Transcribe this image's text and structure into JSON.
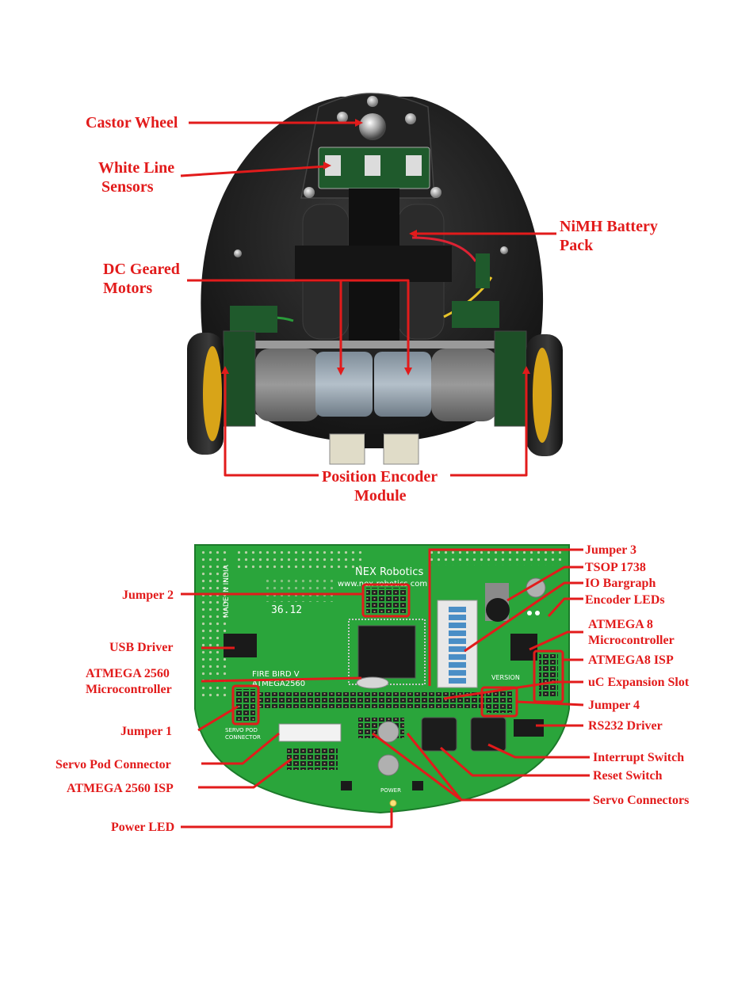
{
  "accent_color": "#e21b1b",
  "robot_labels": {
    "castor_wheel": "Castor Wheel",
    "white_line_line1": "White Line",
    "white_line_line2": "Sensors",
    "battery_line1": "NiMH Battery",
    "battery_line2": "Pack",
    "motors_line1": "DC Geared",
    "motors_line2": "Motors",
    "encoder_line1": "Position Encoder",
    "encoder_line2": "Module"
  },
  "board_labels": {
    "jumper3": "Jumper 3",
    "tsop": "TSOP 1738",
    "io_bargraph": "IO Bargraph",
    "encoder_leds": "Encoder LEDs",
    "atmega8_line1": "ATMEGA 8",
    "atmega8_line2": "Microcontroller",
    "atmega8_isp": "ATMEGA8 ISP",
    "uc_expansion": "uC Expansion Slot",
    "jumper4": "Jumper 4",
    "rs232": "RS232 Driver",
    "interrupt_switch": "Interrupt Switch",
    "reset_switch": "Reset Switch",
    "servo_connectors": "Servo Connectors",
    "jumper2": "Jumper 2",
    "usb_driver": "USB Driver",
    "atmega2560_line1": "ATMEGA 2560",
    "atmega2560_line2": "Microcontroller",
    "jumper1": "Jumper 1",
    "servo_pod": "Servo Pod Connector",
    "atmega2560_isp": "ATMEGA 2560 ISP",
    "power_led": "Power LED"
  },
  "silkscreen": {
    "brand": "NEX Robotics",
    "website": "www.nex-robotics.com",
    "made_in": "MADE IN INDIA",
    "board_name": "FIRE BIRD V",
    "mcu": "ATMEGA2560",
    "freq": "36.12",
    "servo_pod_1": "SERVO POD",
    "servo_pod_2": "CONNECTOR",
    "power": "POWER",
    "version": "VERSION"
  }
}
